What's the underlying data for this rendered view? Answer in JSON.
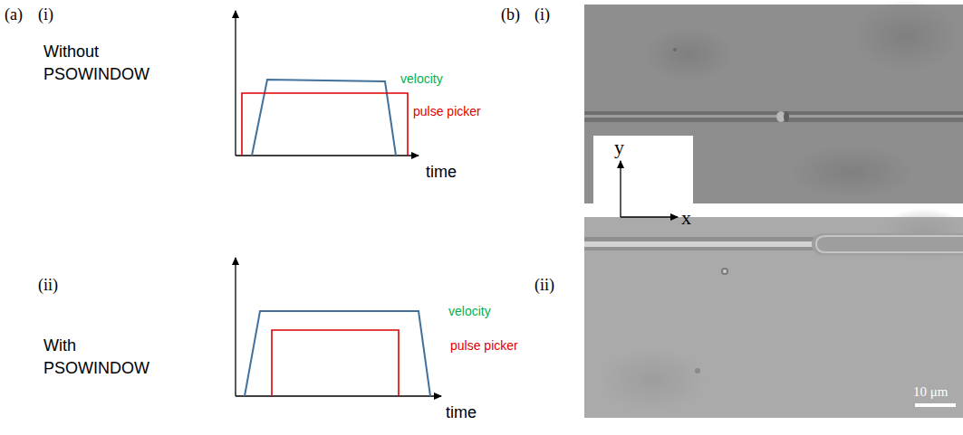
{
  "diagram": {
    "labels": [
      "(a)",
      "(i)",
      "Without PSOWINDOW",
      "velocity",
      "pulse picker",
      "time",
      "(ii)",
      "With PSOWINDOW",
      "velocity",
      "pulse picker",
      "time",
      "(b)",
      "(i)",
      "y",
      "x",
      "(ii)",
      "10 μm"
    ]
  }
}
